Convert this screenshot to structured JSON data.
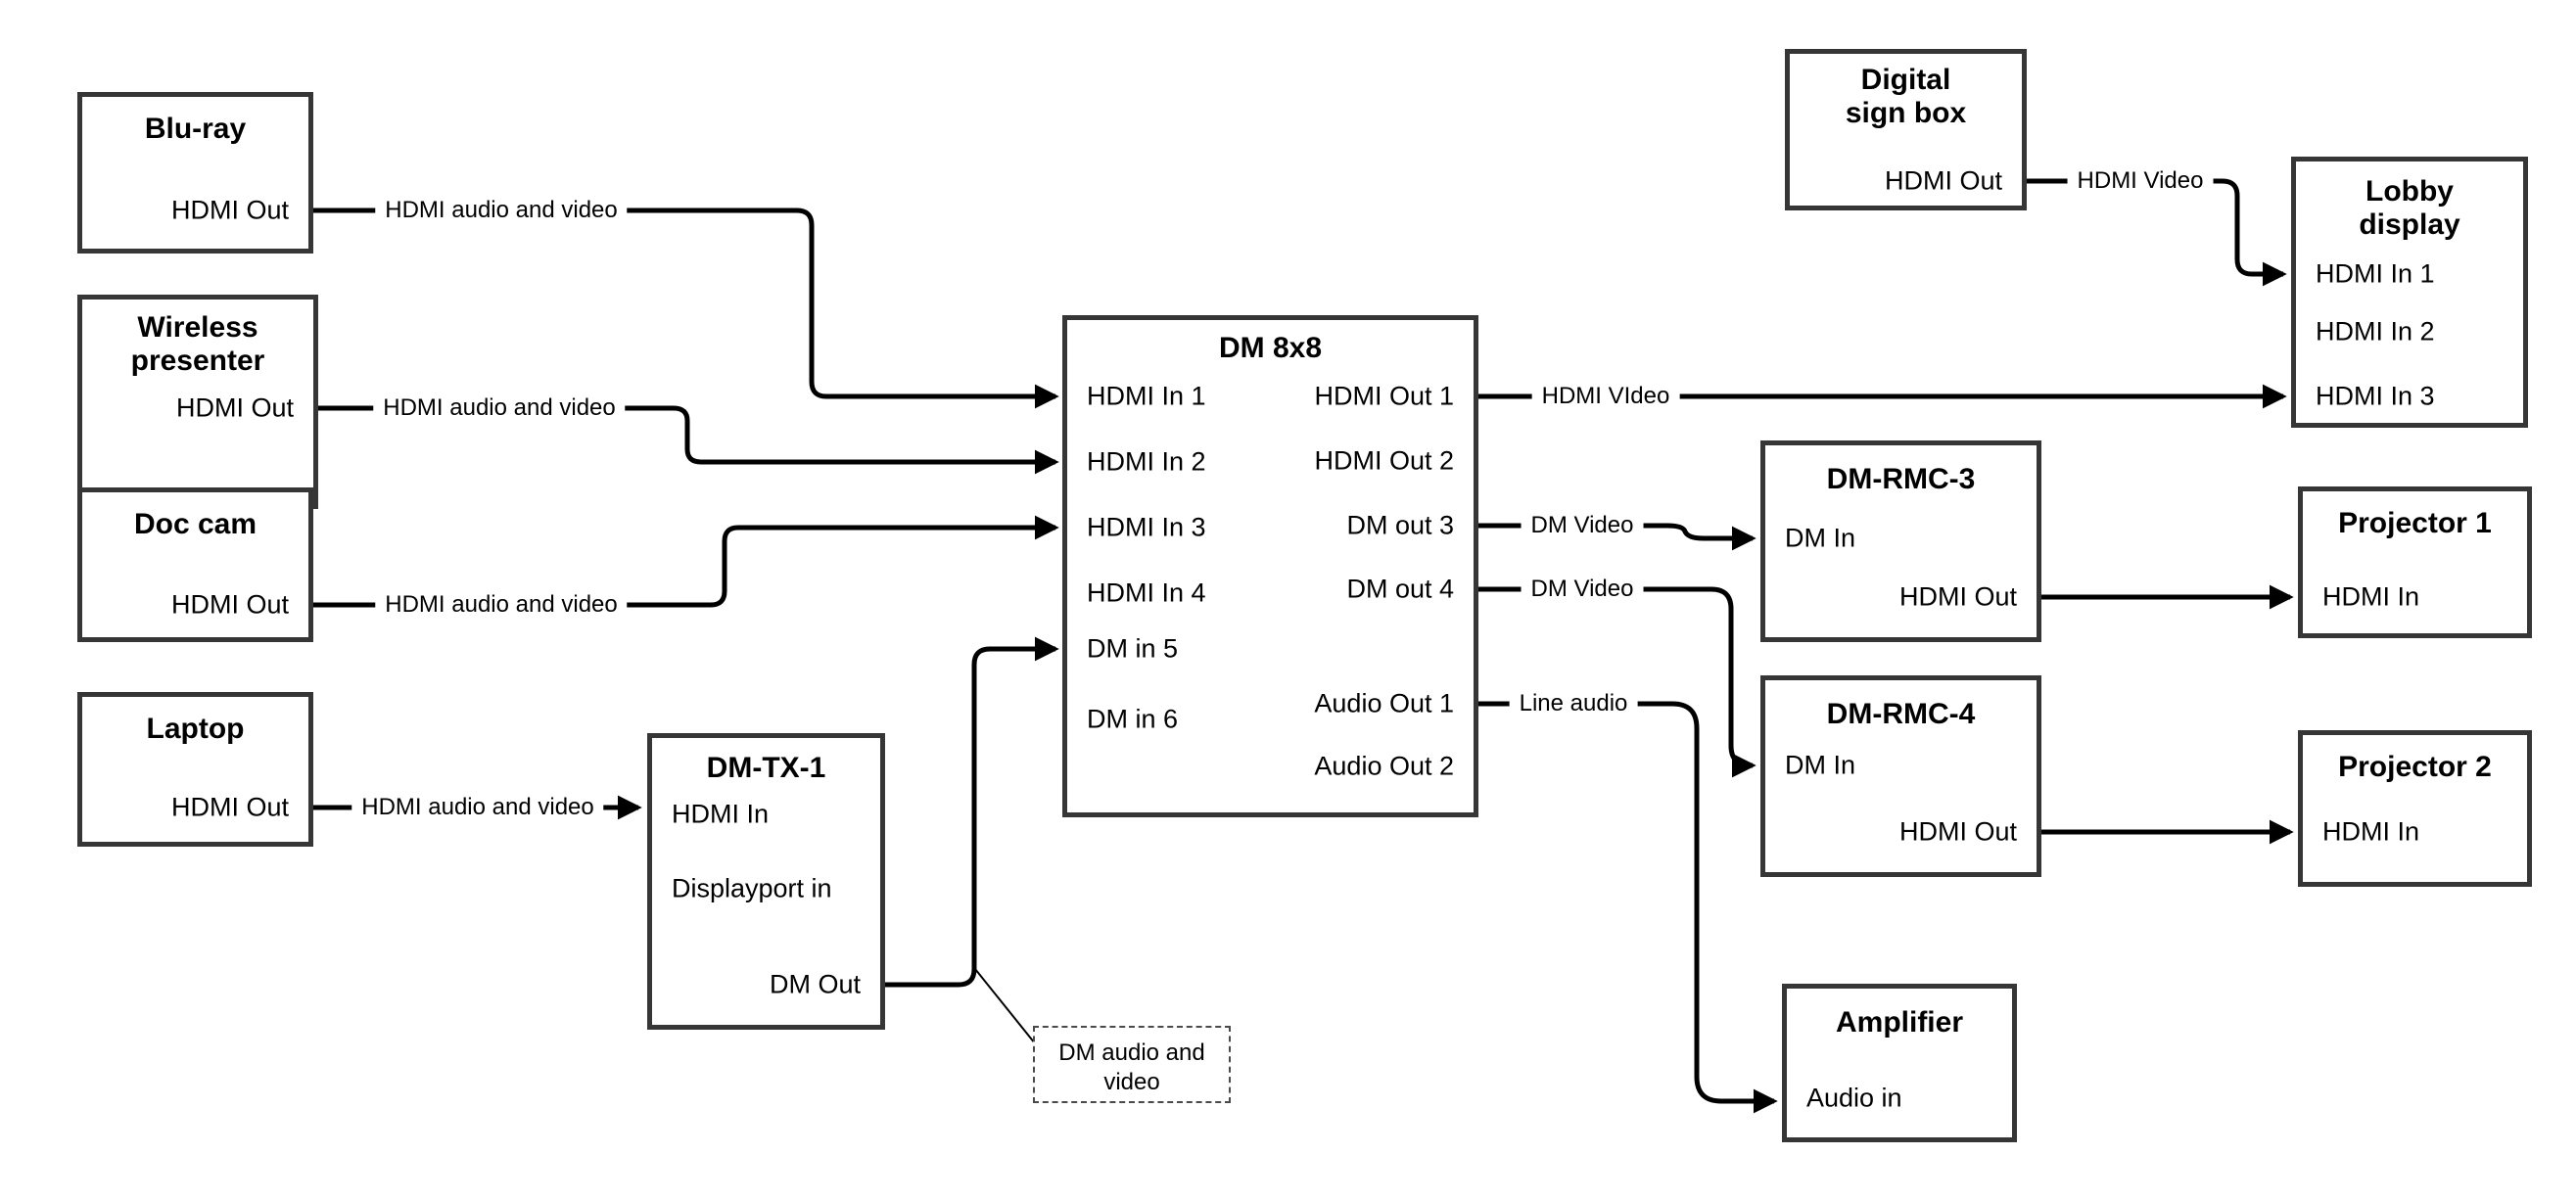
{
  "diagram_title": "DM 8x8 AV signal flow diagram",
  "nodes": {
    "bluray": {
      "title": "Blu-ray",
      "out": "HDMI Out"
    },
    "wireless": {
      "title": "Wireless presenter",
      "out": "HDMI Out"
    },
    "doccam": {
      "title": "Doc cam",
      "out": "HDMI Out"
    },
    "laptop": {
      "title": "Laptop",
      "out": "HDMI Out"
    },
    "dmtx1": {
      "title": "DM-TX-1",
      "in1": "HDMI In",
      "in2": "Displayport in",
      "out": "DM Out"
    },
    "dm8x8": {
      "title": "DM 8x8",
      "in1": "HDMI In 1",
      "in2": "HDMI In 2",
      "in3": "HDMI In 3",
      "in4": "HDMI In 4",
      "in5": "DM in 5",
      "in6": "DM in 6",
      "out1": "HDMI Out 1",
      "out2": "HDMI Out 2",
      "out3": "DM out 3",
      "out4": "DM out 4",
      "aout1": "Audio Out 1",
      "aout2": "Audio Out 2"
    },
    "digisign": {
      "title": "Digital sign box",
      "out": "HDMI Out"
    },
    "lobby": {
      "title": "Lobby display",
      "in1": "HDMI In 1",
      "in2": "HDMI In 2",
      "in3": "HDMI In 3"
    },
    "dmrmc3": {
      "title": "DM-RMC-3",
      "in": "DM In",
      "out": "HDMI Out"
    },
    "proj1": {
      "title": "Projector 1",
      "in": "HDMI In"
    },
    "dmrmc4": {
      "title": "DM-RMC-4",
      "in": "DM In",
      "out": "HDMI Out"
    },
    "proj2": {
      "title": "Projector 2",
      "in": "HDMI In"
    },
    "amp": {
      "title": "Amplifier",
      "in": "Audio in"
    }
  },
  "edge_labels": {
    "bluray_dm": "HDMI audio and video",
    "wireless_dm": "HDMI audio and video",
    "doccam_dm": "HDMI audio and video",
    "laptop_tx": "HDMI audio and video",
    "out1_lobby": "HDMI VIdeo",
    "digisign_lobby": "HDMI Video",
    "out3_rmc3": "DM Video",
    "out4_rmc4": "DM Video",
    "audio1_amp": "Line audio"
  },
  "note": {
    "text": "DM audio and video"
  },
  "colors": {
    "line": "#000000",
    "box_border": "#363636",
    "background": "#ffffff",
    "text": "#000000"
  }
}
